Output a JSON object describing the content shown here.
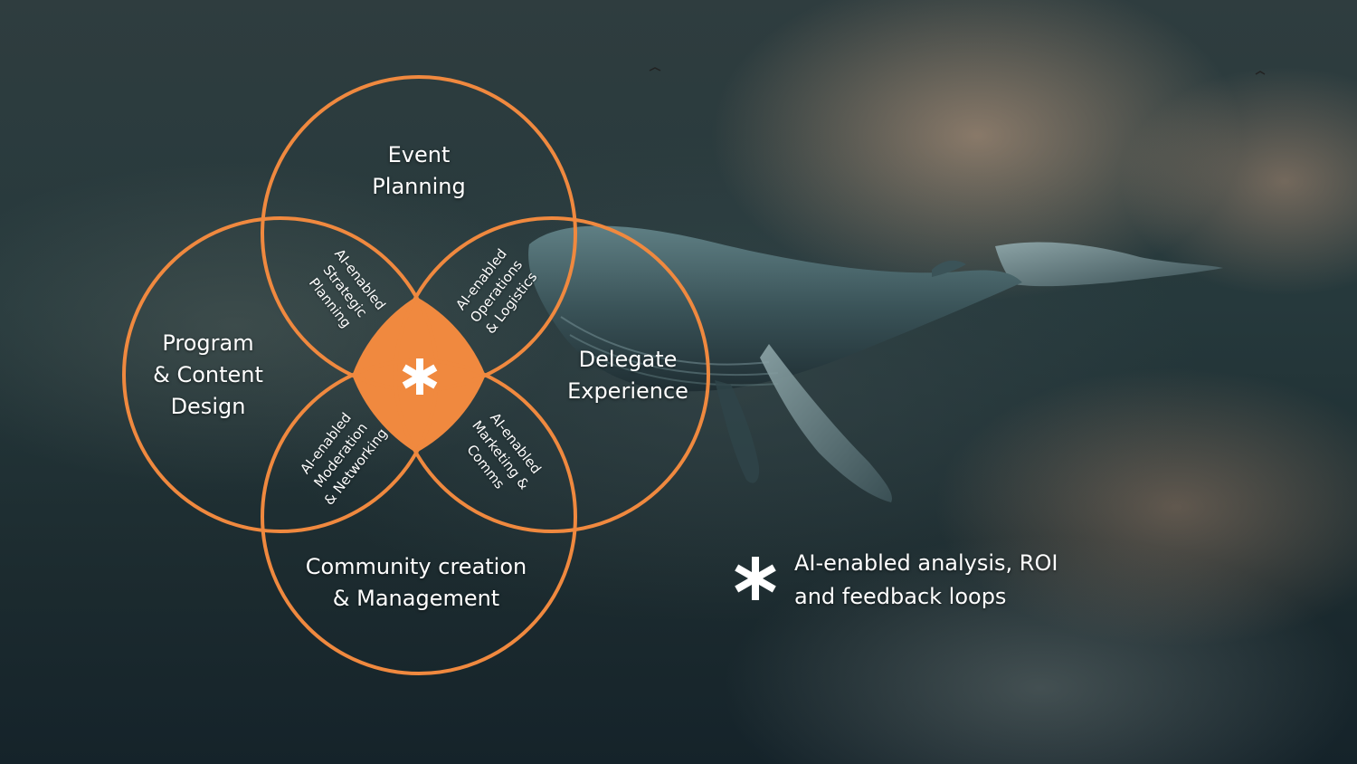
{
  "colors": {
    "accent": "#f0893f",
    "text": "#ffffff"
  },
  "background_image": "whale-in-clouds",
  "diagram": {
    "type": "venn-4-circle",
    "circles": {
      "top": [
        "Event",
        "Planning"
      ],
      "left": [
        "Program",
        "& Content",
        "Design"
      ],
      "right": [
        "Delegate",
        "Experience"
      ],
      "bottom": [
        "Community creation",
        "& Management"
      ]
    },
    "overlaps": {
      "top_left": [
        "AI-enabled",
        "Strategic",
        "Planning"
      ],
      "top_right": [
        "AI-enabled",
        "Operations",
        "& Logistics"
      ],
      "bottom_left": [
        "AI-enabled",
        "Moderation",
        "& Networking"
      ],
      "bottom_right": [
        "AI-enabled",
        "Marketing &",
        "Comms"
      ]
    },
    "center_symbol": "asterisk-icon"
  },
  "legend": {
    "symbol": "asterisk-icon",
    "lines": [
      "AI-enabled analysis, ROI",
      "and feedback loops"
    ]
  }
}
